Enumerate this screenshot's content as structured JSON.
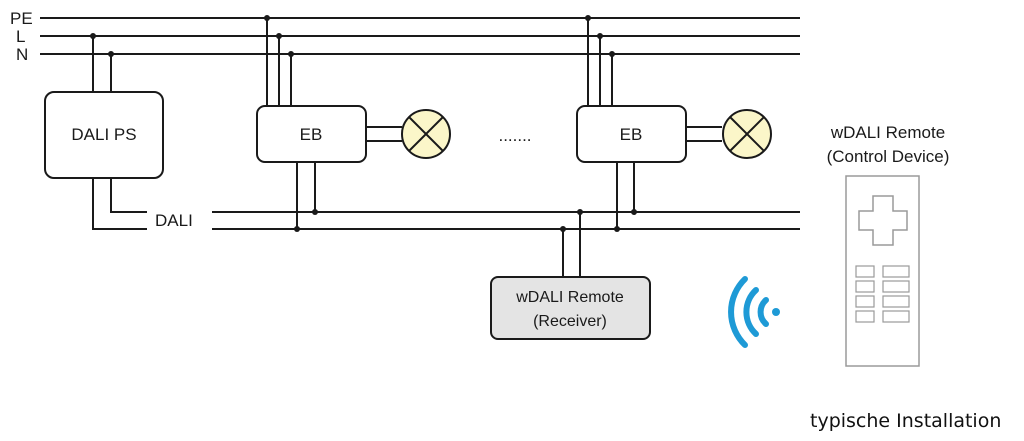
{
  "lines": {
    "pe": "PE",
    "l": "L",
    "n": "N"
  },
  "bus_label": "DALI",
  "power_supply": {
    "label": "DALI PS"
  },
  "ballast_1": {
    "label": "EB"
  },
  "ballast_2": {
    "label": "EB"
  },
  "ellipsis": ".......",
  "receiver": {
    "line1": "wDALI Remote",
    "line2": "(Receiver)"
  },
  "control_device": {
    "line1": "wDALI Remote",
    "line2": "(Control Device)"
  },
  "caption": "typische Installation",
  "colors": {
    "line": "#1a1a1a",
    "lamp_fill": "#fbf6c9",
    "receiver_fill": "#e4e4e4",
    "box_fill": "#ffffff",
    "wireless": "#1e9ad6"
  },
  "icons": {
    "lamp": "lamp-icon",
    "wireless": "wireless-signal-icon"
  }
}
